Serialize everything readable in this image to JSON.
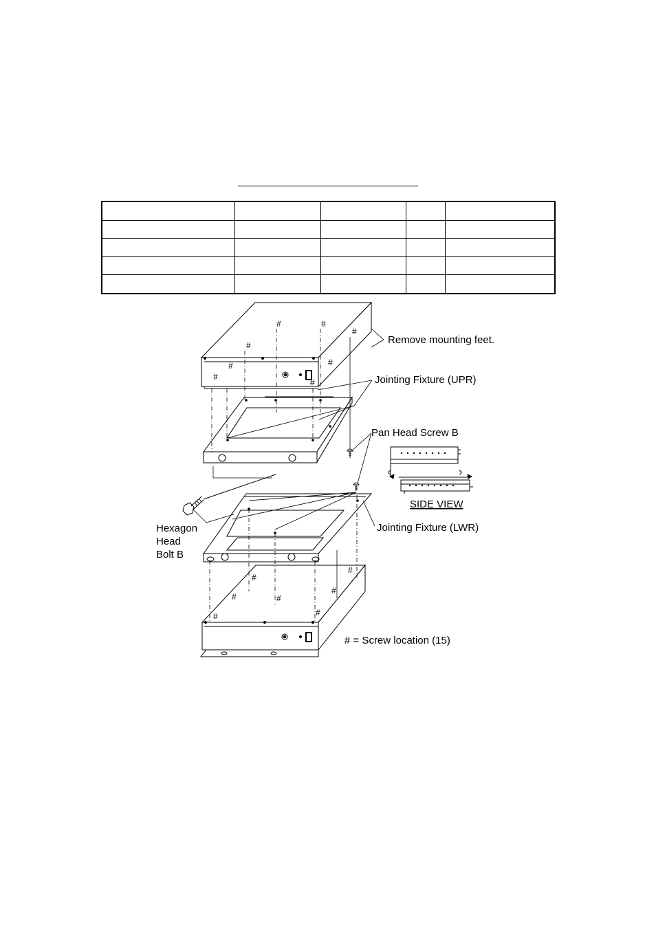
{
  "labels": {
    "remove_feet": "Remove mounting feet.",
    "fixture_upr": "Jointing Fixture (UPR)",
    "pan_head_screw": "Pan Head Screw B",
    "side_view": "SIDE VIEW",
    "fixture_lwr": "Jointing Fixture (LWR)",
    "hex_bolt_line1": "Hexagon",
    "hex_bolt_line2": "Head",
    "hex_bolt_line3": "Bolt B",
    "screw_legend": "# = Screw location (15)"
  },
  "screw_mark": "#",
  "table": {
    "rows": 5,
    "columns": 5
  }
}
